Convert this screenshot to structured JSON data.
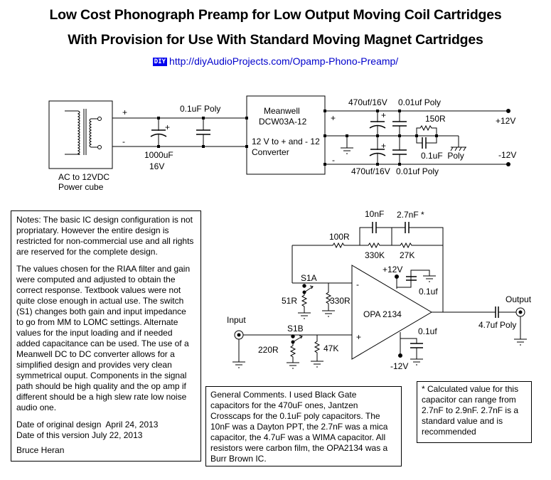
{
  "header": {
    "title_line1": "Low Cost Phonograph Preamp for Low Output Moving Coil Cartridges",
    "title_line2": "With Provision for Use With Standard Moving Magnet Cartridges",
    "logo_text": "DIY",
    "url": "http://diyAudioProjects.com/Opamp-Phono-Preamp/",
    "url_color": "#0000cc",
    "logo_color": "#0000ee"
  },
  "power_supply": {
    "power_cube_label_1": "AC to 12VDC",
    "power_cube_label_2": "Power cube",
    "plus": "+",
    "minus": "-",
    "cap_bulk_value": "1000uF",
    "cap_bulk_voltage": "16V",
    "cap_bulk_polarity": "+",
    "cap_bypass": "0.1uF Poly",
    "converter_line1": "Meanwell",
    "converter_line2": "DCW03A-12",
    "converter_line3": "12 V to + and - 12",
    "converter_line4": "Converter",
    "out_plus": "+",
    "out_minus": "-",
    "cap_top_electrolytic": "470uf/16V",
    "cap_top_film": "0.01uf Poly",
    "cap_bot_electrolytic": "470uf/16V",
    "cap_bot_film": "0.01uf Poly",
    "ground_resistor": "150R",
    "ground_cap": "0.1uF  Poly",
    "rail_positive": "+12V",
    "rail_negative": "-12V"
  },
  "amplifier": {
    "feedback_cap_1": "10nF",
    "feedback_cap_2": "2.7nF *",
    "feedback_r_series": "100R",
    "feedback_r_1": "330K",
    "feedback_r_2": "27K",
    "switch_a": "S1A",
    "switch_b": "S1B",
    "r_gain_switched": "51R",
    "r_gain": "330R",
    "opamp": "OPA 2134",
    "opamp_inv": "-",
    "opamp_noninv": "+",
    "supply_pos": "+12V",
    "supply_neg": "-12V",
    "decoupling_pos": "0.1uf",
    "decoupling_neg": "0.1uf",
    "input_label": "Input",
    "r_input_switched": "220R",
    "r_input": "47K",
    "output_cap": "4.7uf Poly",
    "output_label": "Output"
  },
  "notes": {
    "paragraph1": "Notes:  The basic IC design configuration is not propriatary.  However the entire design is restricted for non-commercial use and all rights are reserved for the complete design.",
    "paragraph2": "The values chosen for the RIAA filter and gain were computed and adjusted to obtain the correct response.  Textbook values were not quite close enough in actual use.  The switch (S1) changes both gain and input impedance to go from MM to LOMC settings.  Alternate values for the input loading and if needed added capacitance can be used.  The use of a Meanwell DC to DC converter allows for a simplified design and provides very clean symmetrical ouput.  Components in the signal path should be high quality and the op amp if different should be a high slew rate low noise audio one.",
    "date_original": "Date of original design  April 24, 2013",
    "date_version": "Date of this version July 22, 2013",
    "author": "Bruce Heran"
  },
  "general_comments": "General Comments.  I used  Black Gate capacitors for the 470uF ones, Jantzen Crosscaps for the 0.1uF poly capacitors.  The 10nF was a  Dayton PPT, the 2.7nF was a mica capacitor, the 4.7uF was a WIMA capacitor.  All resistors were carbon film, the OPA2134 was a Burr Brown IC.",
  "footnote": "* Calculated value for this capacitor can range from 2.7nF to 2.9nF.  2.7nF is a standard value and is recommended"
}
